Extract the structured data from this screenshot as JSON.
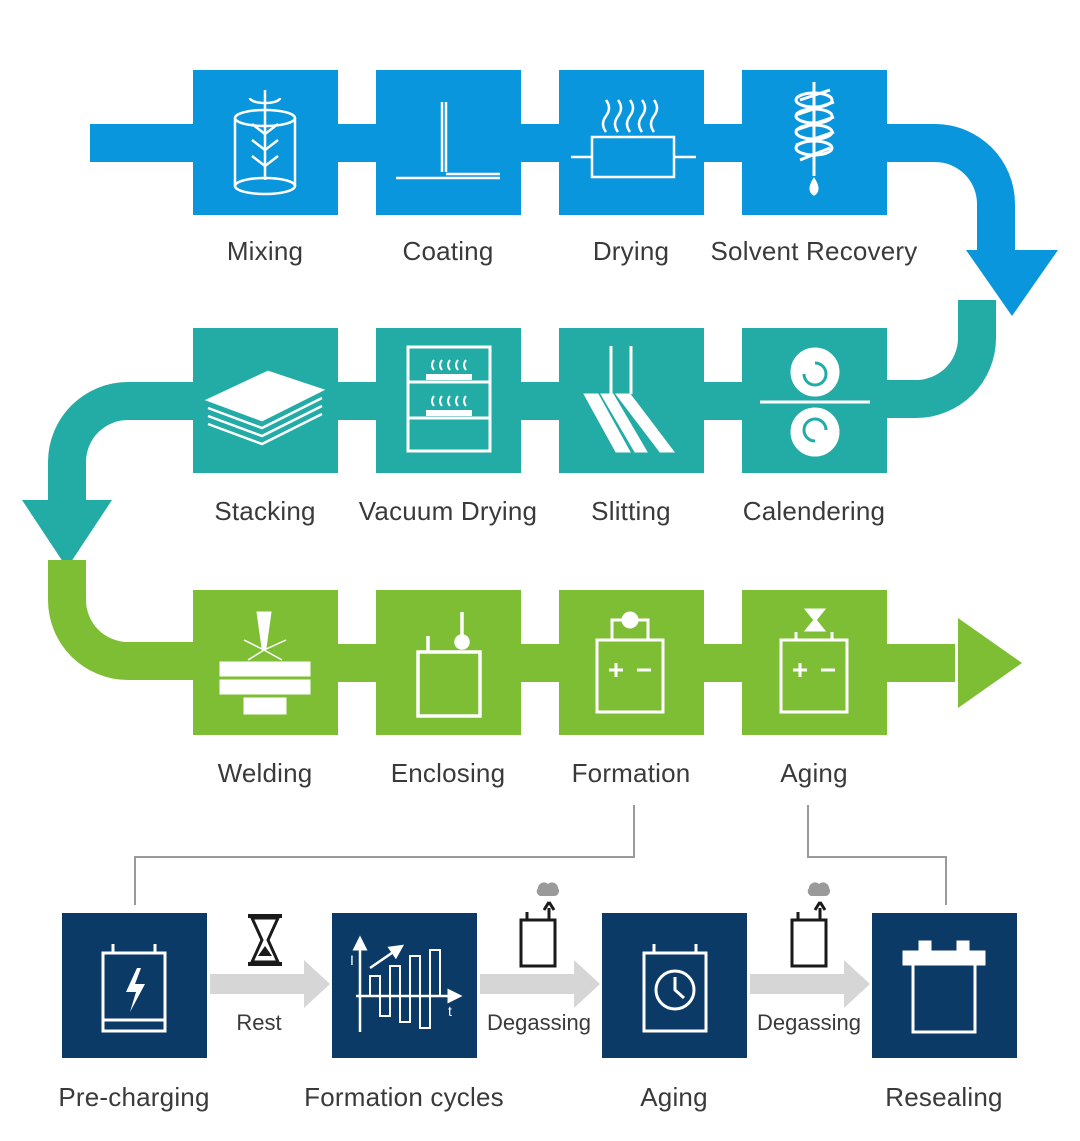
{
  "colors": {
    "row1": "#0a96dc",
    "row2": "#23aba6",
    "row3": "#7ebe34",
    "formation": "#0b3a66",
    "arrow_gray": "#d6d6d6",
    "connector": "#9a9a9a",
    "label": "#3a3a3a"
  },
  "rows": [
    {
      "color_key": "row1",
      "steps": [
        {
          "label": "Mixing",
          "icon": "mixing-tank-icon"
        },
        {
          "label": "Coating",
          "icon": "coating-blade-icon"
        },
        {
          "label": "Drying",
          "icon": "drying-heater-icon"
        },
        {
          "label": "Solvent Recovery",
          "icon": "condenser-coil-icon"
        }
      ]
    },
    {
      "color_key": "row2",
      "steps": [
        {
          "label": "Calendering",
          "icon": "calender-rollers-icon"
        },
        {
          "label": "Slitting",
          "icon": "slitting-knives-icon"
        },
        {
          "label": "Vacuum Drying",
          "icon": "vacuum-oven-icon"
        },
        {
          "label": "Stacking",
          "icon": "stacked-sheets-icon"
        }
      ]
    },
    {
      "color_key": "row3",
      "steps": [
        {
          "label": "Welding",
          "icon": "welding-spark-icon"
        },
        {
          "label": "Enclosing",
          "icon": "enclosure-cell-icon"
        },
        {
          "label": "Formation",
          "icon": "battery-charge-icon"
        },
        {
          "label": "Aging",
          "icon": "battery-hourglass-icon"
        }
      ]
    }
  ],
  "formation_detail": {
    "steps": [
      {
        "label": "Pre-charging",
        "icon": "precharge-cell-icon"
      },
      {
        "label": "Formation cycles",
        "icon": "current-cycle-chart-icon"
      },
      {
        "label": "Aging",
        "icon": "cell-clock-icon"
      },
      {
        "label": "Resealing",
        "icon": "sealed-battery-icon"
      }
    ],
    "transitions": [
      {
        "label": "Rest",
        "icon": "hourglass-icon"
      },
      {
        "label": "Degassing",
        "icon": "gas-release-icon"
      },
      {
        "label": "Degassing",
        "icon": "gas-release-icon"
      }
    ]
  }
}
